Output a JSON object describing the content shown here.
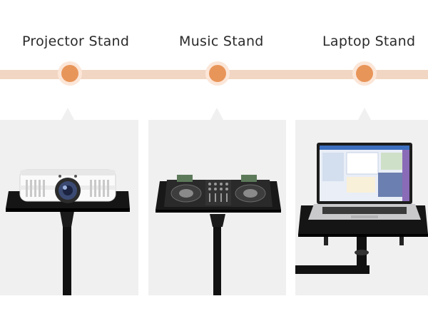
{
  "timeline": {
    "accent_color": "#e8955a",
    "bar_color": "#f1d6c3",
    "items": [
      {
        "label": "Projector Stand",
        "icon": "projector"
      },
      {
        "label": "Music Stand",
        "icon": "dj-controller"
      },
      {
        "label": "Laptop Stand",
        "icon": "laptop"
      }
    ]
  }
}
